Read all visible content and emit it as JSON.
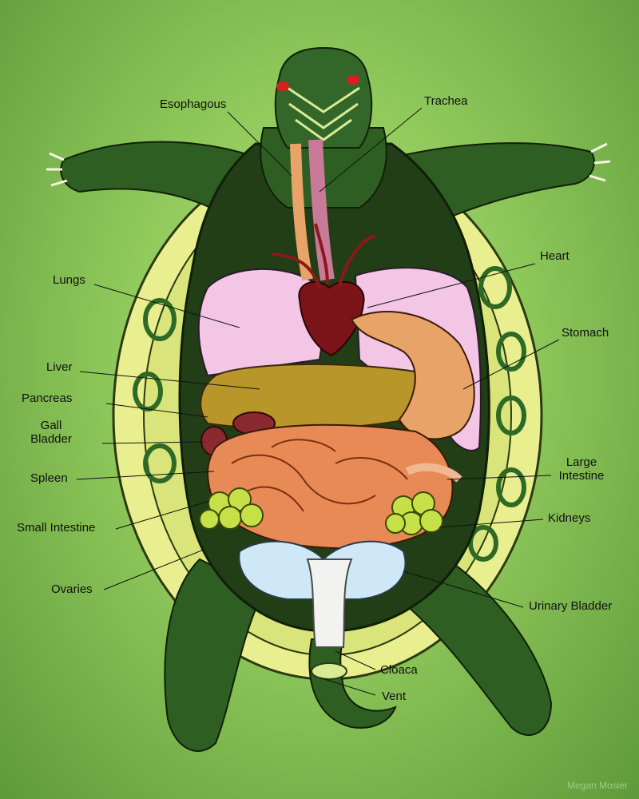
{
  "labels": {
    "esophagous": "Esophagous",
    "trachea": "Trachea",
    "lungs": "Lungs",
    "heart": "Heart",
    "stomach": "Stomach",
    "liver": "Liver",
    "pancreas": "Pancreas",
    "gall_bladder_1": "Gall",
    "gall_bladder_2": "Bladder",
    "spleen": "Spleen",
    "large_intestine_1": "Large",
    "large_intestine_2": "Intestine",
    "small_intestine": "Small Intestine",
    "kidneys": "Kidneys",
    "ovaries": "Ovaries",
    "urinary_bladder": "Urinary Bladder",
    "cloaca": "Cloaca",
    "vent": "Vent"
  },
  "credit": "Megan Mosier",
  "colors": {
    "background": "#8fc85a",
    "skin": "#2f5e22",
    "plastron": "#e8ec8c",
    "lungs": "#f3c6e6",
    "heart": "#7a1418",
    "liver": "#b8962a",
    "stomach": "#e8a468",
    "intestine": "#e88a55",
    "kidneys": "#c8e048",
    "bladder": "#cfe8f8"
  }
}
